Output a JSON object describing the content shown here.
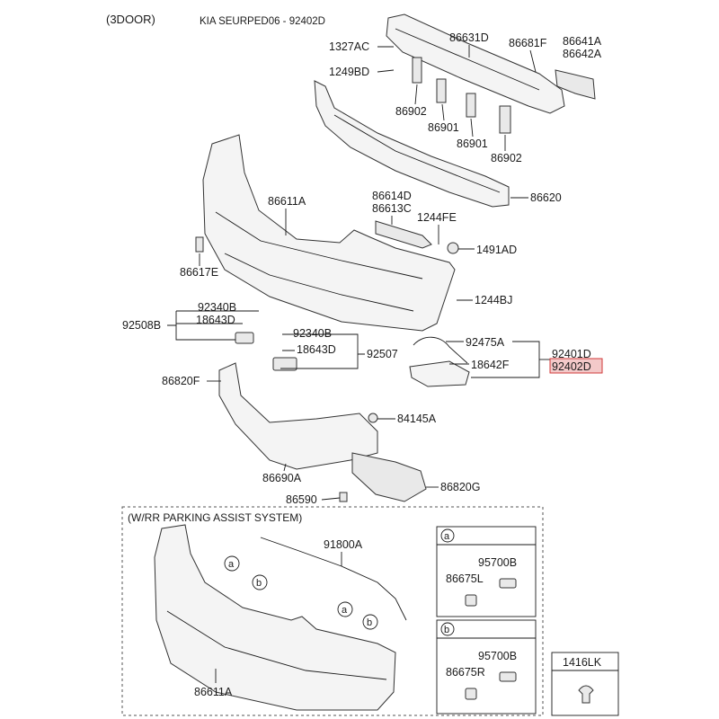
{
  "header": {
    "variant": "(3DOOR)",
    "title": "KIA SEURPED06 - 92402D"
  },
  "parts": {
    "p1327AC": "1327AC",
    "p1249BD": "1249BD",
    "p86631D": "86631D",
    "p86681F": "86681F",
    "p86641A": "86641A",
    "p86642A": "86642A",
    "p86902a": "86902",
    "p86901a": "86901",
    "p86901b": "86901",
    "p86902b": "86902",
    "p86620": "86620",
    "p86611A": "86611A",
    "p86614D": "86614D",
    "p86613C": "86613C",
    "p1244FE": "1244FE",
    "p1491AD": "1491AD",
    "p86617E": "86617E",
    "p1244BJ": "1244BJ",
    "p92508B": "92508B",
    "p92340Ba": "92340B",
    "p18643Da": "18643D",
    "p92340Bb": "92340B",
    "p18643Db": "18643D",
    "p92507": "92507",
    "p92475A": "92475A",
    "p92401D": "92401D",
    "p18642F": "18642F",
    "p92402D": "92402D",
    "p86820F": "86820F",
    "p84145A": "84145A",
    "p86690A": "86690A",
    "p86820G": "86820G",
    "p86590": "86590"
  },
  "inset": {
    "title": "(W/RR PARKING ASSIST SYSTEM)",
    "p91800A": "91800A",
    "p86611A": "86611A",
    "callout_a": "a",
    "callout_b": "b",
    "box_a": {
      "tag": "a",
      "p95700B": "95700B",
      "p86675L": "86675L"
    },
    "box_b": {
      "tag": "b",
      "p95700B": "95700B",
      "p86675R": "86675R"
    },
    "box_1416LK": {
      "code": "1416LK"
    }
  },
  "colors": {
    "highlight": "#d23a3a",
    "line": "#1a1a1a"
  }
}
